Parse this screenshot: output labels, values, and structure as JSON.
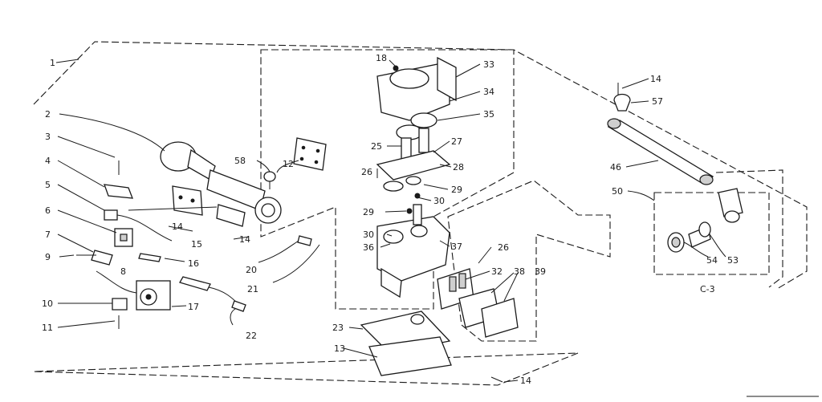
{
  "diagram": {
    "callouts": [
      {
        "id": "1",
        "text": "1"
      },
      {
        "id": "2",
        "text": "2"
      },
      {
        "id": "3",
        "text": "3"
      },
      {
        "id": "4",
        "text": "4"
      },
      {
        "id": "5",
        "text": "5"
      },
      {
        "id": "6",
        "text": "6"
      },
      {
        "id": "7",
        "text": "7"
      },
      {
        "id": "8",
        "text": "8"
      },
      {
        "id": "9",
        "text": "9"
      },
      {
        "id": "10",
        "text": "10"
      },
      {
        "id": "11",
        "text": "11"
      },
      {
        "id": "12",
        "text": "12"
      },
      {
        "id": "13",
        "text": "13"
      },
      {
        "id": "14a",
        "text": "14"
      },
      {
        "id": "14b",
        "text": "14"
      },
      {
        "id": "14c",
        "text": "14"
      },
      {
        "id": "14d",
        "text": "14"
      },
      {
        "id": "15",
        "text": "15"
      },
      {
        "id": "16",
        "text": "16"
      },
      {
        "id": "17",
        "text": "17"
      },
      {
        "id": "18",
        "text": "18"
      },
      {
        "id": "20",
        "text": "20"
      },
      {
        "id": "21",
        "text": "21"
      },
      {
        "id": "22",
        "text": "22"
      },
      {
        "id": "23",
        "text": "23"
      },
      {
        "id": "25",
        "text": "25"
      },
      {
        "id": "26a",
        "text": "26"
      },
      {
        "id": "26b",
        "text": "26"
      },
      {
        "id": "27",
        "text": "27"
      },
      {
        "id": "28",
        "text": "28"
      },
      {
        "id": "29a",
        "text": "29"
      },
      {
        "id": "29b",
        "text": "29"
      },
      {
        "id": "30a",
        "text": "30"
      },
      {
        "id": "30b",
        "text": "30"
      },
      {
        "id": "32",
        "text": "32"
      },
      {
        "id": "33",
        "text": "33"
      },
      {
        "id": "34",
        "text": "34"
      },
      {
        "id": "35",
        "text": "35"
      },
      {
        "id": "36",
        "text": "36"
      },
      {
        "id": "37",
        "text": "37"
      },
      {
        "id": "38",
        "text": "38"
      },
      {
        "id": "39",
        "text": "39"
      },
      {
        "id": "46",
        "text": "46"
      },
      {
        "id": "50",
        "text": "50"
      },
      {
        "id": "53",
        "text": "53"
      },
      {
        "id": "54",
        "text": "54"
      },
      {
        "id": "57",
        "text": "57"
      },
      {
        "id": "58",
        "text": "58"
      },
      {
        "id": "c3",
        "text": "C-3"
      }
    ]
  }
}
